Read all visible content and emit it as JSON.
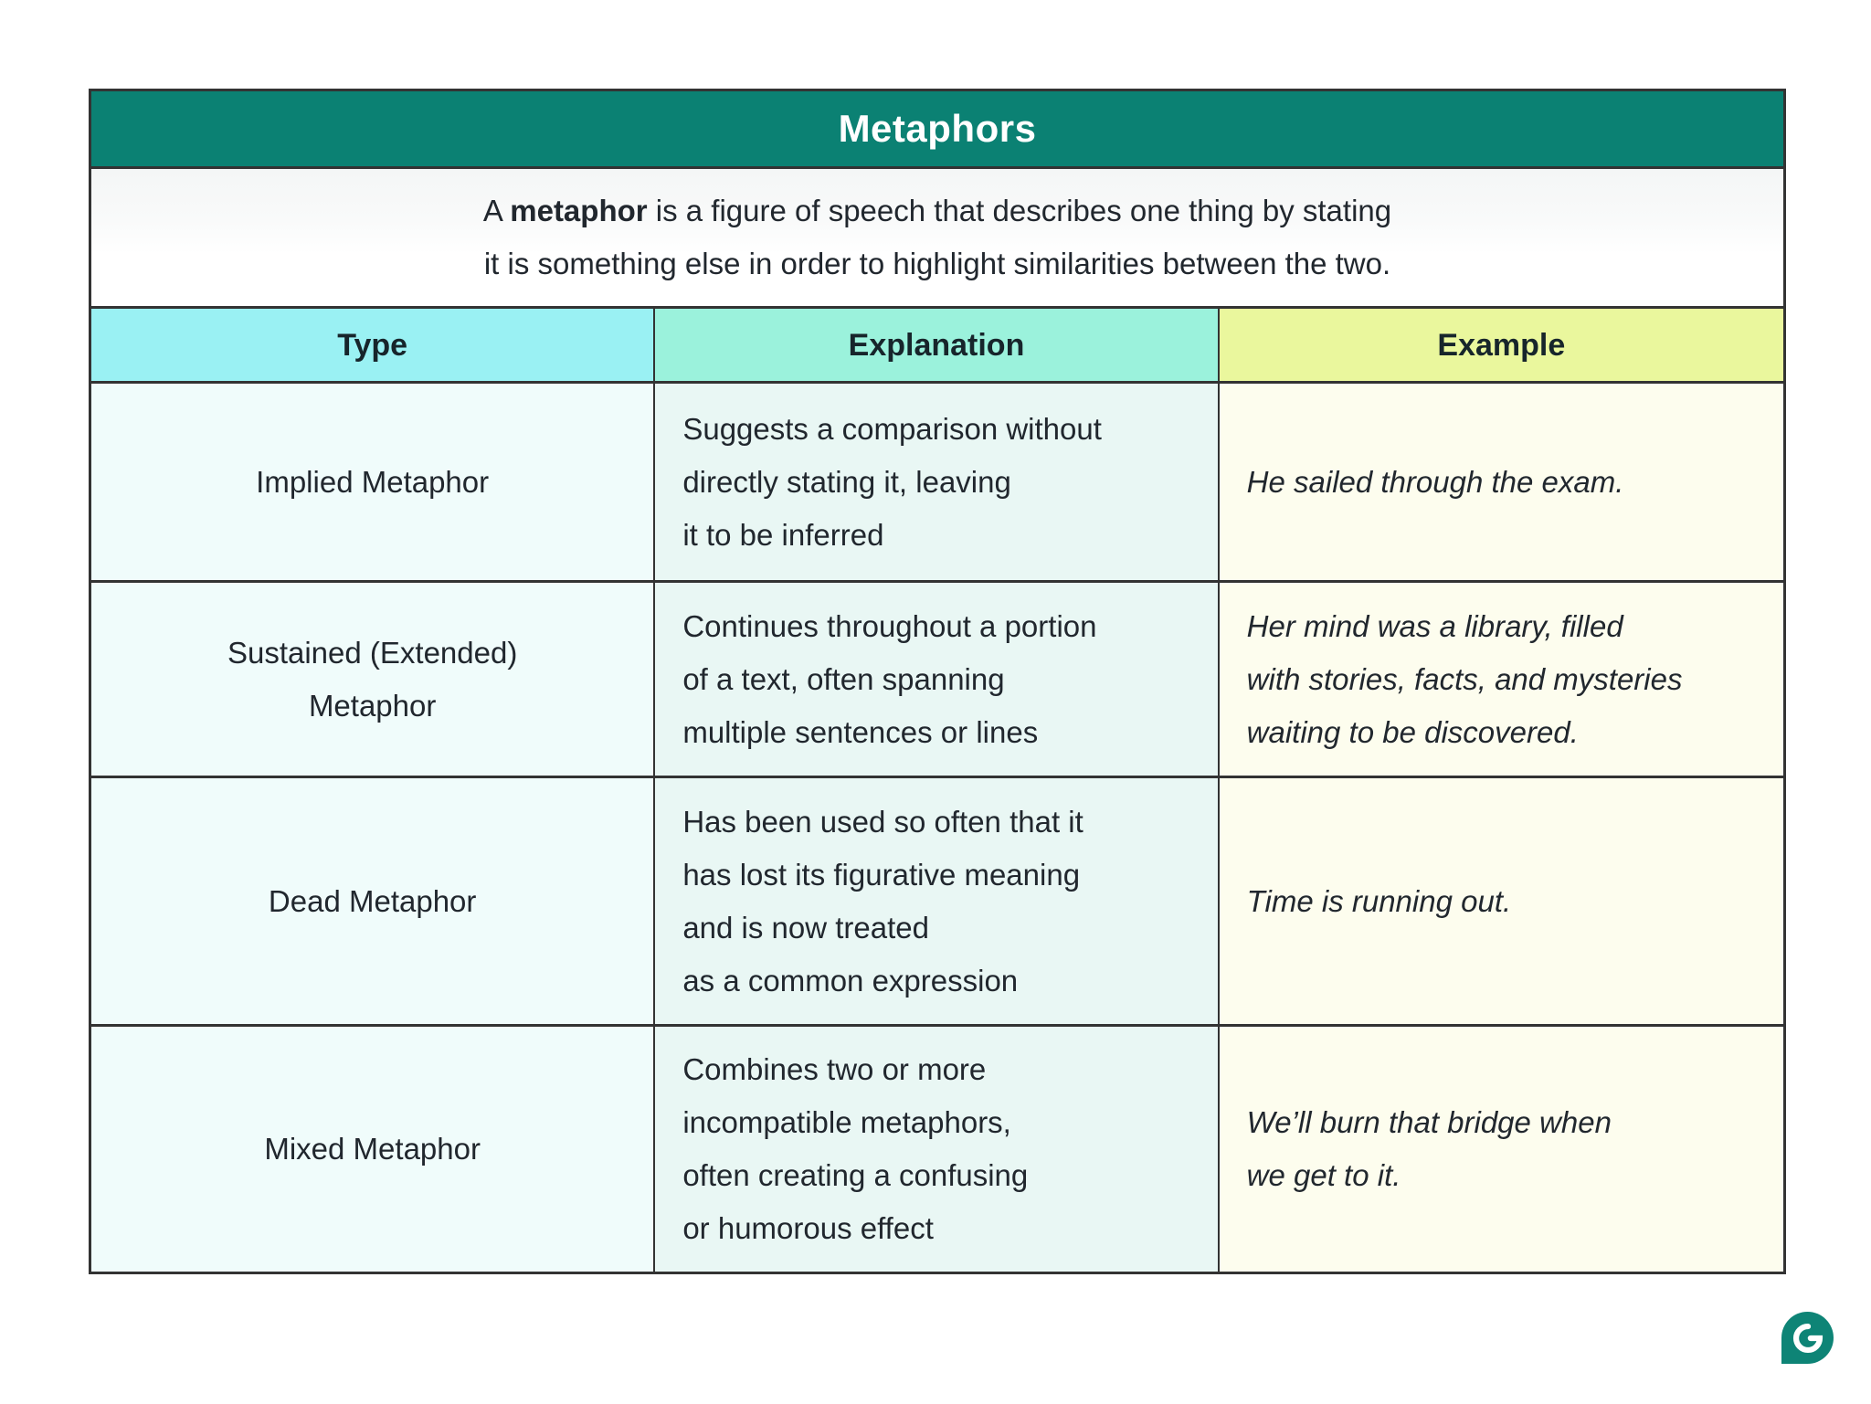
{
  "title": "Metaphors",
  "intro": {
    "prefix": "A ",
    "bold_word": "metaphor",
    "suffix": " is a figure of speech that describes one thing by stating",
    "line2": "it is something else in order to highlight similarities between the two."
  },
  "columns": [
    {
      "label": "Type",
      "header_color": "#9AF1F3",
      "body_color": "#F0FCFB"
    },
    {
      "label": "Explanation",
      "header_color": "#9BF2DC",
      "body_color": "#E9F7F4"
    },
    {
      "label": "Example",
      "header_color": "#EAF79D",
      "body_color": "#FDFDEE"
    }
  ],
  "rows": [
    {
      "type": "Implied Metaphor",
      "explanation": "Suggests a comparison without\ndirectly stating it, leaving\nit to be inferred",
      "example": "He sailed through the exam."
    },
    {
      "type": "Sustained (Extended)\nMetaphor",
      "explanation": "Continues throughout a portion\nof a text, often spanning\nmultiple sentences or lines",
      "example": "Her mind was a library, filled\nwith stories, facts, and mysteries\nwaiting to be discovered."
    },
    {
      "type": "Dead Metaphor",
      "explanation": "Has been used so often that it\nhas lost its figurative meaning\nand is now treated\nas a common expression",
      "example": "Time is running out."
    },
    {
      "type": "Mixed Metaphor",
      "explanation": "Combines two or more\nincompatible metaphors,\noften creating a confusing\nor humorous effect",
      "example": "We’ll burn that bridge when\nwe get to it."
    }
  ],
  "colors": {
    "title_bar": "#0B8173",
    "border": "#333333",
    "text": "#21272e",
    "logo": "#0E8476"
  },
  "logo": {
    "name": "Grammarly"
  }
}
